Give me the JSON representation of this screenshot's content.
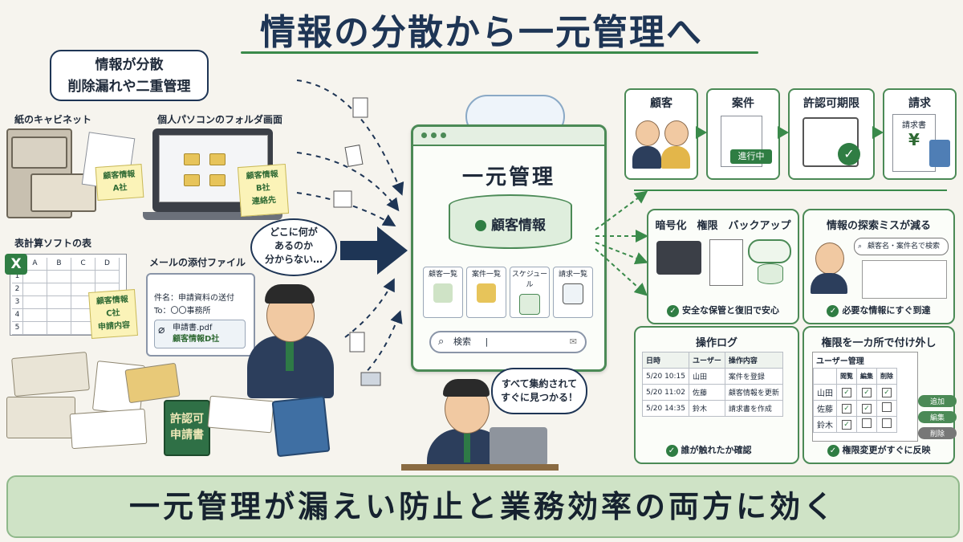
{
  "title": "情報の分散から一元管理へ",
  "problem_bubble": {
    "line1": "情報が分散",
    "line2": "削除漏れや二重管理"
  },
  "sources": {
    "cabinet": {
      "label": "紙のキャビネット",
      "note_line1": "顧客情報",
      "note_line2": "A社"
    },
    "pc_folder": {
      "label": "個人パソコンのフォルダ画面",
      "note_line1": "顧客情報",
      "note_line2": "B社",
      "note_line3": "連絡先"
    },
    "spreadsheet": {
      "label": "表計算ソフトの表",
      "icon": "X",
      "columns": [
        "A",
        "B",
        "C",
        "D"
      ],
      "rows": [
        "1",
        "2",
        "3",
        "4",
        "5"
      ],
      "note_line1": "顧客情報",
      "note_line2": "C社",
      "note_line3": "申請内容"
    },
    "email": {
      "label": "メールの添付ファイル",
      "subject": "件名：申請資料の送付",
      "to": "To：〇〇事務所",
      "attachment1": "申請書.pdf",
      "attachment2": "顧客情報D社"
    },
    "thought": {
      "line1": "どこに何が",
      "line2": "あるのか",
      "line3": "分からない…"
    },
    "green_book": {
      "line1": "許認可",
      "line2": "申請書"
    }
  },
  "hub": {
    "title": "一元管理",
    "database_label": "顧客情報",
    "modules": [
      "顧客一覧",
      "案件一覧",
      "スケジュール",
      "請求一覧"
    ],
    "search_placeholder": "検索",
    "search_value": "|"
  },
  "presenter_bubble": {
    "line1": "すべて集約されて",
    "line2": "すぐに見つかる！"
  },
  "flow_cards": [
    {
      "title": "顧客"
    },
    {
      "title": "案件",
      "badge": "進行中"
    },
    {
      "title": "許認可期限"
    },
    {
      "title": "請求",
      "doc_label": "請求書",
      "symbol": "¥"
    }
  ],
  "features": {
    "security": {
      "title": "暗号化　権限　バックアップ",
      "caption": "安全な保管と復旧で安心"
    },
    "search": {
      "title": "情報の探索ミスが減る",
      "query": "顧客名・案件名で検索",
      "caption": "必要な情報にすぐ到達"
    },
    "log": {
      "title": "操作ログ",
      "headers": [
        "日時",
        "ユーザー",
        "操作内容"
      ],
      "rows": [
        [
          "5/20 10:15",
          "山田",
          "案件を登録"
        ],
        [
          "5/20 11:02",
          "佐藤",
          "顧客情報を更新"
        ],
        [
          "5/20 14:35",
          "鈴木",
          "請求書を作成"
        ]
      ],
      "caption": "誰が触れたか確認"
    },
    "permissions": {
      "title": "権限を一カ所で付け外し",
      "panel_label": "ユーザー管理",
      "headers": [
        "閲覧",
        "編集",
        "削除"
      ],
      "users": [
        {
          "name": "山田",
          "perms": [
            true,
            true,
            true
          ],
          "action": "追加"
        },
        {
          "name": "佐藤",
          "perms": [
            true,
            true,
            false
          ],
          "action": "編集"
        },
        {
          "name": "鈴木",
          "perms": [
            true,
            false,
            false
          ],
          "action": "削除"
        }
      ],
      "caption": "権限変更がすぐに反映"
    }
  },
  "bottom_banner": "一元管理が漏えい防止と業務効率の両方に効く",
  "colors": {
    "accent_green": "#3a8a4a",
    "navy": "#1e3555",
    "banner_bg": "#cfe3c6"
  }
}
